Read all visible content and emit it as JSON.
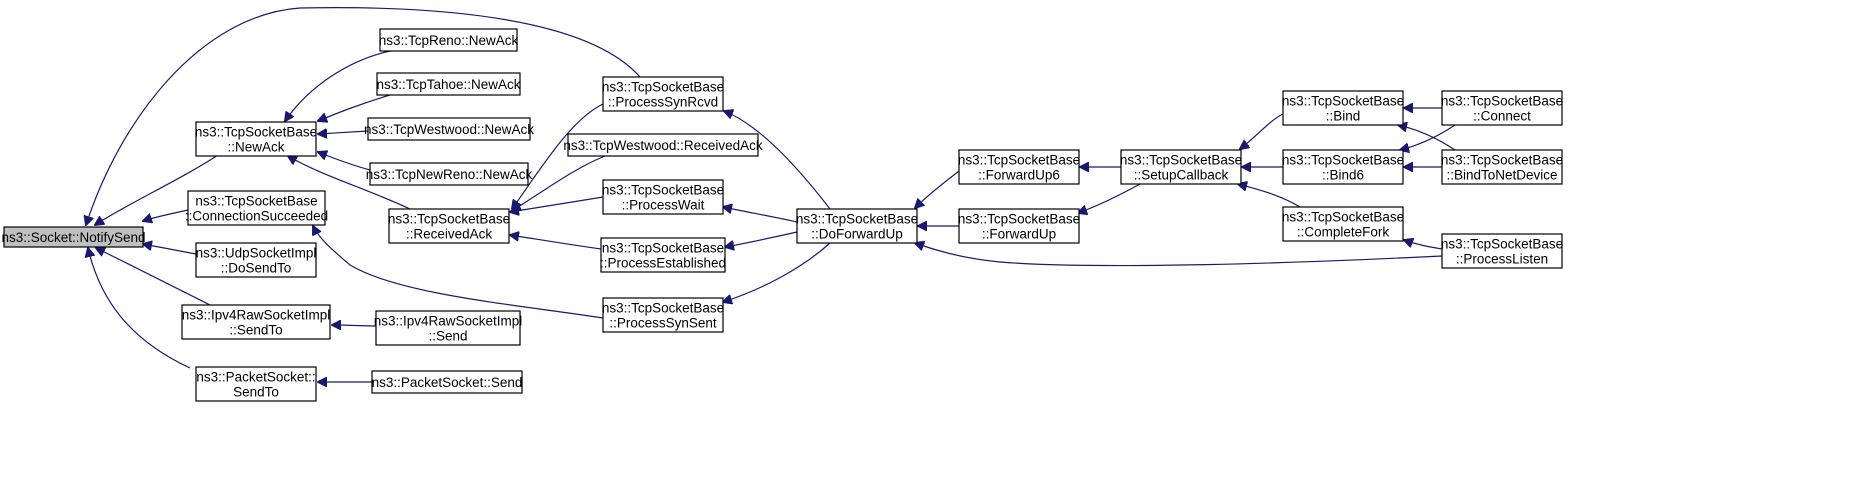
{
  "graph": {
    "nodes": [
      {
        "id": "notifysend",
        "lines": [
          "ns3::Socket::NotifySend"
        ]
      },
      {
        "id": "newack",
        "lines": [
          "ns3::TcpSocketBase",
          "::NewAck"
        ]
      },
      {
        "id": "connsucc",
        "lines": [
          "ns3::TcpSocketBase",
          "::ConnectionSucceeded"
        ]
      },
      {
        "id": "udpdosendto",
        "lines": [
          "ns3::UdpSocketImpl",
          "::DoSendTo"
        ]
      },
      {
        "id": "ipv4sendto",
        "lines": [
          "ns3::Ipv4RawSocketImpl",
          "::SendTo"
        ]
      },
      {
        "id": "pktsendto",
        "lines": [
          "ns3::PacketSocket::",
          "SendTo"
        ]
      },
      {
        "id": "renonewack",
        "lines": [
          "ns3::TcpReno::NewAck"
        ]
      },
      {
        "id": "tahoenewack",
        "lines": [
          "ns3::TcpTahoe::NewAck"
        ]
      },
      {
        "id": "westwoodnewack",
        "lines": [
          "ns3::TcpWestwood::NewAck"
        ]
      },
      {
        "id": "newrenonewack",
        "lines": [
          "ns3::TcpNewReno::NewAck"
        ]
      },
      {
        "id": "receivedack",
        "lines": [
          "ns3::TcpSocketBase",
          "::ReceivedAck"
        ]
      },
      {
        "id": "ipv4send",
        "lines": [
          "ns3::Ipv4RawSocketImpl",
          "::Send"
        ]
      },
      {
        "id": "pktsend",
        "lines": [
          "ns3::PacketSocket::Send"
        ]
      },
      {
        "id": "procsynrcvd",
        "lines": [
          "ns3::TcpSocketBase",
          "::ProcessSynRcvd"
        ]
      },
      {
        "id": "westwoodrecvack",
        "lines": [
          "ns3::TcpWestwood::ReceivedAck"
        ]
      },
      {
        "id": "procwait",
        "lines": [
          "ns3::TcpSocketBase",
          "::ProcessWait"
        ]
      },
      {
        "id": "procestab",
        "lines": [
          "ns3::TcpSocketBase",
          "::ProcessEstablished"
        ]
      },
      {
        "id": "procsynsent",
        "lines": [
          "ns3::TcpSocketBase",
          "::ProcessSynSent"
        ]
      },
      {
        "id": "doforwardup",
        "lines": [
          "ns3::TcpSocketBase",
          "::DoForwardUp"
        ]
      },
      {
        "id": "forwardup6",
        "lines": [
          "ns3::TcpSocketBase",
          "::ForwardUp6"
        ]
      },
      {
        "id": "forwardup",
        "lines": [
          "ns3::TcpSocketBase",
          "::ForwardUp"
        ]
      },
      {
        "id": "setupcallback",
        "lines": [
          "ns3::TcpSocketBase",
          "::SetupCallback"
        ]
      },
      {
        "id": "bind",
        "lines": [
          "ns3::TcpSocketBase",
          "::Bind"
        ]
      },
      {
        "id": "bind6",
        "lines": [
          "ns3::TcpSocketBase",
          "::Bind6"
        ]
      },
      {
        "id": "completefork",
        "lines": [
          "ns3::TcpSocketBase",
          "::CompleteFork"
        ]
      },
      {
        "id": "connect",
        "lines": [
          "ns3::TcpSocketBase",
          "::Connect"
        ]
      },
      {
        "id": "bindtonetdevice",
        "lines": [
          "ns3::TcpSocketBase",
          "::BindToNetDevice"
        ]
      },
      {
        "id": "proclisten",
        "lines": [
          "ns3::TcpSocketBase",
          "::ProcessListen"
        ]
      }
    ],
    "edges": [
      {
        "from": "newack",
        "to": "notifysend"
      },
      {
        "from": "connsucc",
        "to": "notifysend"
      },
      {
        "from": "udpdosendto",
        "to": "notifysend"
      },
      {
        "from": "ipv4sendto",
        "to": "notifysend"
      },
      {
        "from": "pktsendto",
        "to": "notifysend"
      },
      {
        "from": "procsynrcvd",
        "to": "notifysend"
      },
      {
        "from": "renonewack",
        "to": "newack"
      },
      {
        "from": "tahoenewack",
        "to": "newack"
      },
      {
        "from": "westwoodnewack",
        "to": "newack"
      },
      {
        "from": "newrenonewack",
        "to": "newack"
      },
      {
        "from": "receivedack",
        "to": "newack"
      },
      {
        "from": "procsynsent",
        "to": "connsucc"
      },
      {
        "from": "ipv4send",
        "to": "ipv4sendto"
      },
      {
        "from": "pktsend",
        "to": "pktsendto"
      },
      {
        "from": "procsynrcvd",
        "to": "receivedack"
      },
      {
        "from": "westwoodrecvack",
        "to": "receivedack"
      },
      {
        "from": "procwait",
        "to": "receivedack"
      },
      {
        "from": "procestab",
        "to": "receivedack"
      },
      {
        "from": "doforwardup",
        "to": "procsynrcvd"
      },
      {
        "from": "doforwardup",
        "to": "procwait"
      },
      {
        "from": "doforwardup",
        "to": "procestab"
      },
      {
        "from": "doforwardup",
        "to": "procsynsent"
      },
      {
        "from": "forwardup6",
        "to": "doforwardup"
      },
      {
        "from": "forwardup",
        "to": "doforwardup"
      },
      {
        "from": "setupcallback",
        "to": "forwardup6"
      },
      {
        "from": "setupcallback",
        "to": "forwardup"
      },
      {
        "from": "bind",
        "to": "setupcallback"
      },
      {
        "from": "bind6",
        "to": "setupcallback"
      },
      {
        "from": "completefork",
        "to": "setupcallback"
      },
      {
        "from": "connect",
        "to": "bind"
      },
      {
        "from": "bindtonetdevice",
        "to": "bind"
      },
      {
        "from": "connect",
        "to": "bind6"
      },
      {
        "from": "bindtonetdevice",
        "to": "bind6"
      },
      {
        "from": "proclisten",
        "to": "completefork"
      },
      {
        "from": "proclisten",
        "to": "doforwardup"
      }
    ]
  }
}
